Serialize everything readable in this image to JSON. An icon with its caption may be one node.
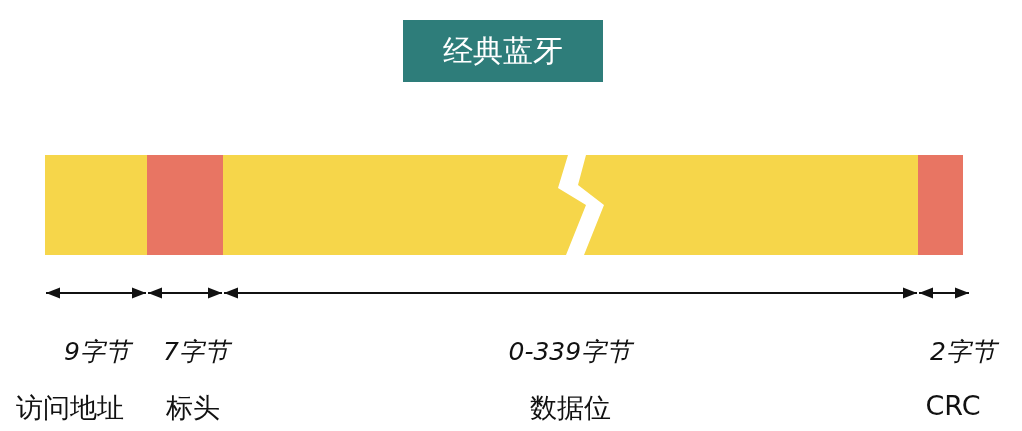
{
  "diagram": {
    "title": "经典蓝牙",
    "nodes": [
      {
        "text": [],
        "shape": "bar",
        "beside": [
          "9字节",
          "访问地址"
        ]
      },
      {
        "text": [],
        "shape": "bar",
        "beside": [
          "7字节",
          "标头"
        ]
      },
      {
        "text": [],
        "shape": "bar",
        "beside": [
          "0-339字节",
          "数据位"
        ]
      },
      {
        "text": [],
        "shape": "bar",
        "beside": [
          "2字节",
          "CRC"
        ]
      }
    ]
  }
}
